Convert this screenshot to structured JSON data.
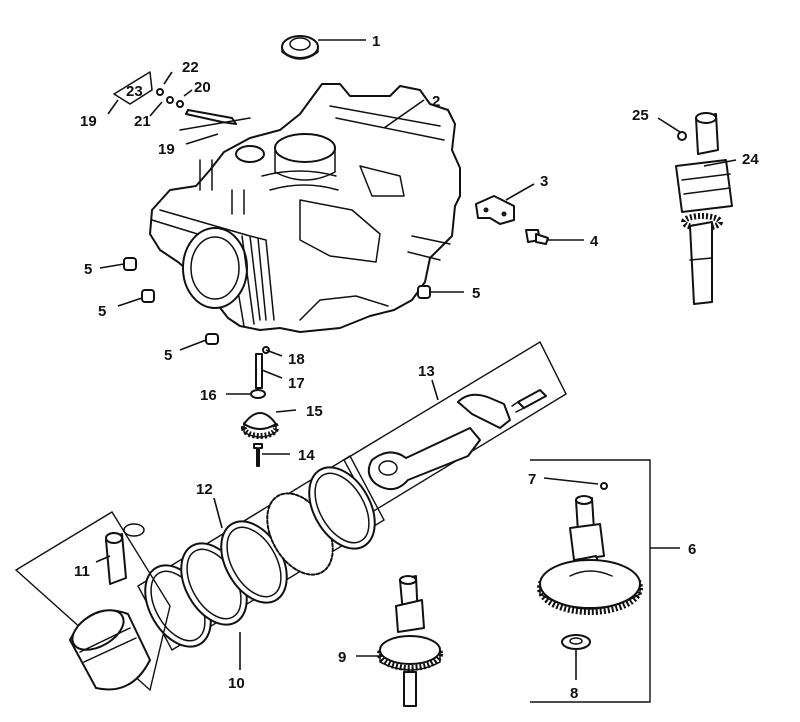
{
  "callouts": {
    "c1": "1",
    "c2": "2",
    "c3": "3",
    "c4": "4",
    "c5a": "5",
    "c5b": "5",
    "c5c": "5",
    "c5d": "5",
    "c6": "6",
    "c7": "7",
    "c8": "8",
    "c9": "9",
    "c10": "10",
    "c11": "11",
    "c12": "12",
    "c13": "13",
    "c14": "14",
    "c15": "15",
    "c16": "16",
    "c17": "17",
    "c18": "18",
    "c19a": "19",
    "c19b": "19",
    "c20": "20",
    "c21": "21",
    "c22": "22",
    "c23": "23",
    "c24": "24",
    "c25": "25"
  }
}
